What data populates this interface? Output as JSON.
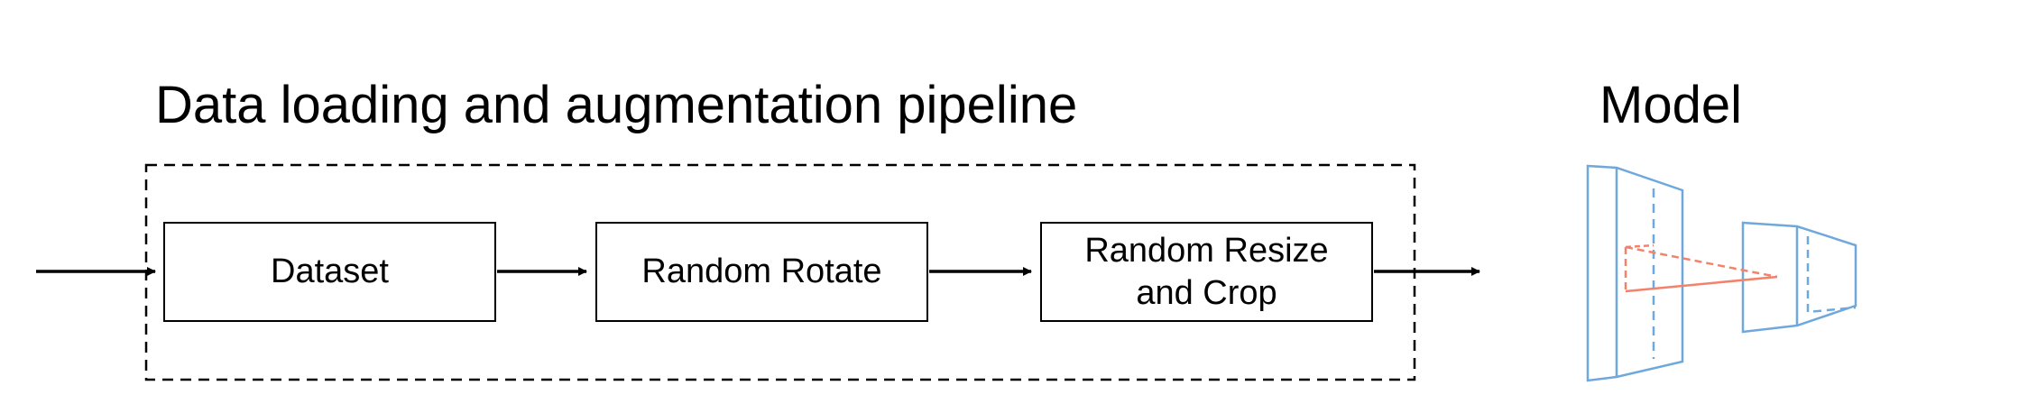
{
  "pipeline": {
    "title": "Data loading and augmentation pipeline",
    "stages": [
      {
        "line1": "Dataset"
      },
      {
        "line1": "Random Rotate"
      },
      {
        "line1": "Random Resize",
        "line2": "and Crop"
      }
    ]
  },
  "model": {
    "title": "Model"
  },
  "colors": {
    "line": "#000000",
    "model_blue": "#6fa8dc",
    "model_red": "#f4826b"
  }
}
